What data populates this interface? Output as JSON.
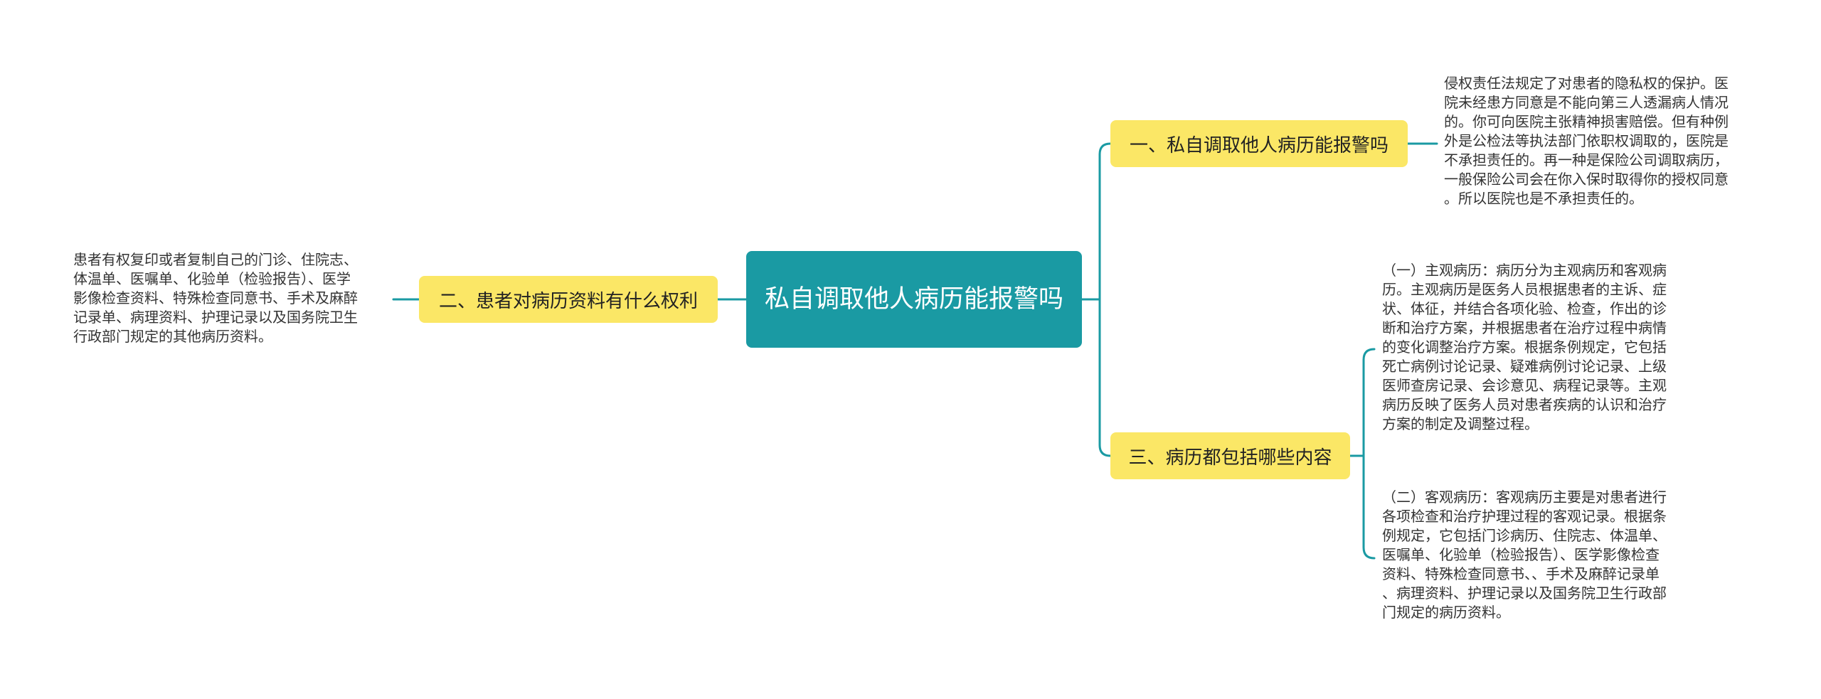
{
  "colors": {
    "root_fill": "#1a9aa3",
    "branch_fill": "#fbe766",
    "connector": "#1a9aa3",
    "text_dark": "#333333"
  },
  "mindmap": {
    "root": {
      "label": "私自调取他人病历能报警吗"
    },
    "branches": [
      {
        "label": "一、私自调取他人病历能报警吗",
        "details": [
          "侵权责任法规定了对患者的隐私权的保护。医\n院未经患方同意是不能向第三人透漏病人情况\n的。你可向医院主张精神损害赔偿。但有种例\n外是公检法等执法部门依职权调取的，医院是\n不承担责任的。再一种是保险公司调取病历，\n一般保险公司会在你入保时取得你的授权同意\n。所以医院也是不承担责任的。"
        ]
      },
      {
        "label": "二、患者对病历资料有什么权利",
        "details": [
          "患者有权复印或者复制自己的门诊、住院志、\n体温单、医嘱单、化验单（检验报告）、医学\n影像检查资料、特殊检查同意书、手术及麻醉\n记录单、病理资料、护理记录以及国务院卫生\n行政部门规定的其他病历资料。"
        ]
      },
      {
        "label": "三、病历都包括哪些内容",
        "details": [
          "（一）主观病历：病历分为主观病历和客观病\n历。主观病历是医务人员根据患者的主诉、症\n状、体征，并结合各项化验、检查，作出的诊\n断和治疗方案，并根据患者在治疗过程中病情\n的变化调整治疗方案。根据条例规定，它包括\n死亡病例讨论记录、疑难病例讨论记录、上级\n医师查房记录、会诊意见、病程记录等。主观\n病历反映了医务人员对患者疾病的认识和治疗\n方案的制定及调整过程。",
          "（二）客观病历：客观病历主要是对患者进行\n各项检查和治疗护理过程的客观记录。根据条\n例规定，它包括门诊病历、住院志、体温单、\n医嘱单、化验单（检验报告）、医学影像检查\n资料、特殊检查同意书、、手术及麻醉记录单\n、病理资料、护理记录以及国务院卫生行政部\n门规定的病历资料。"
        ]
      }
    ]
  }
}
